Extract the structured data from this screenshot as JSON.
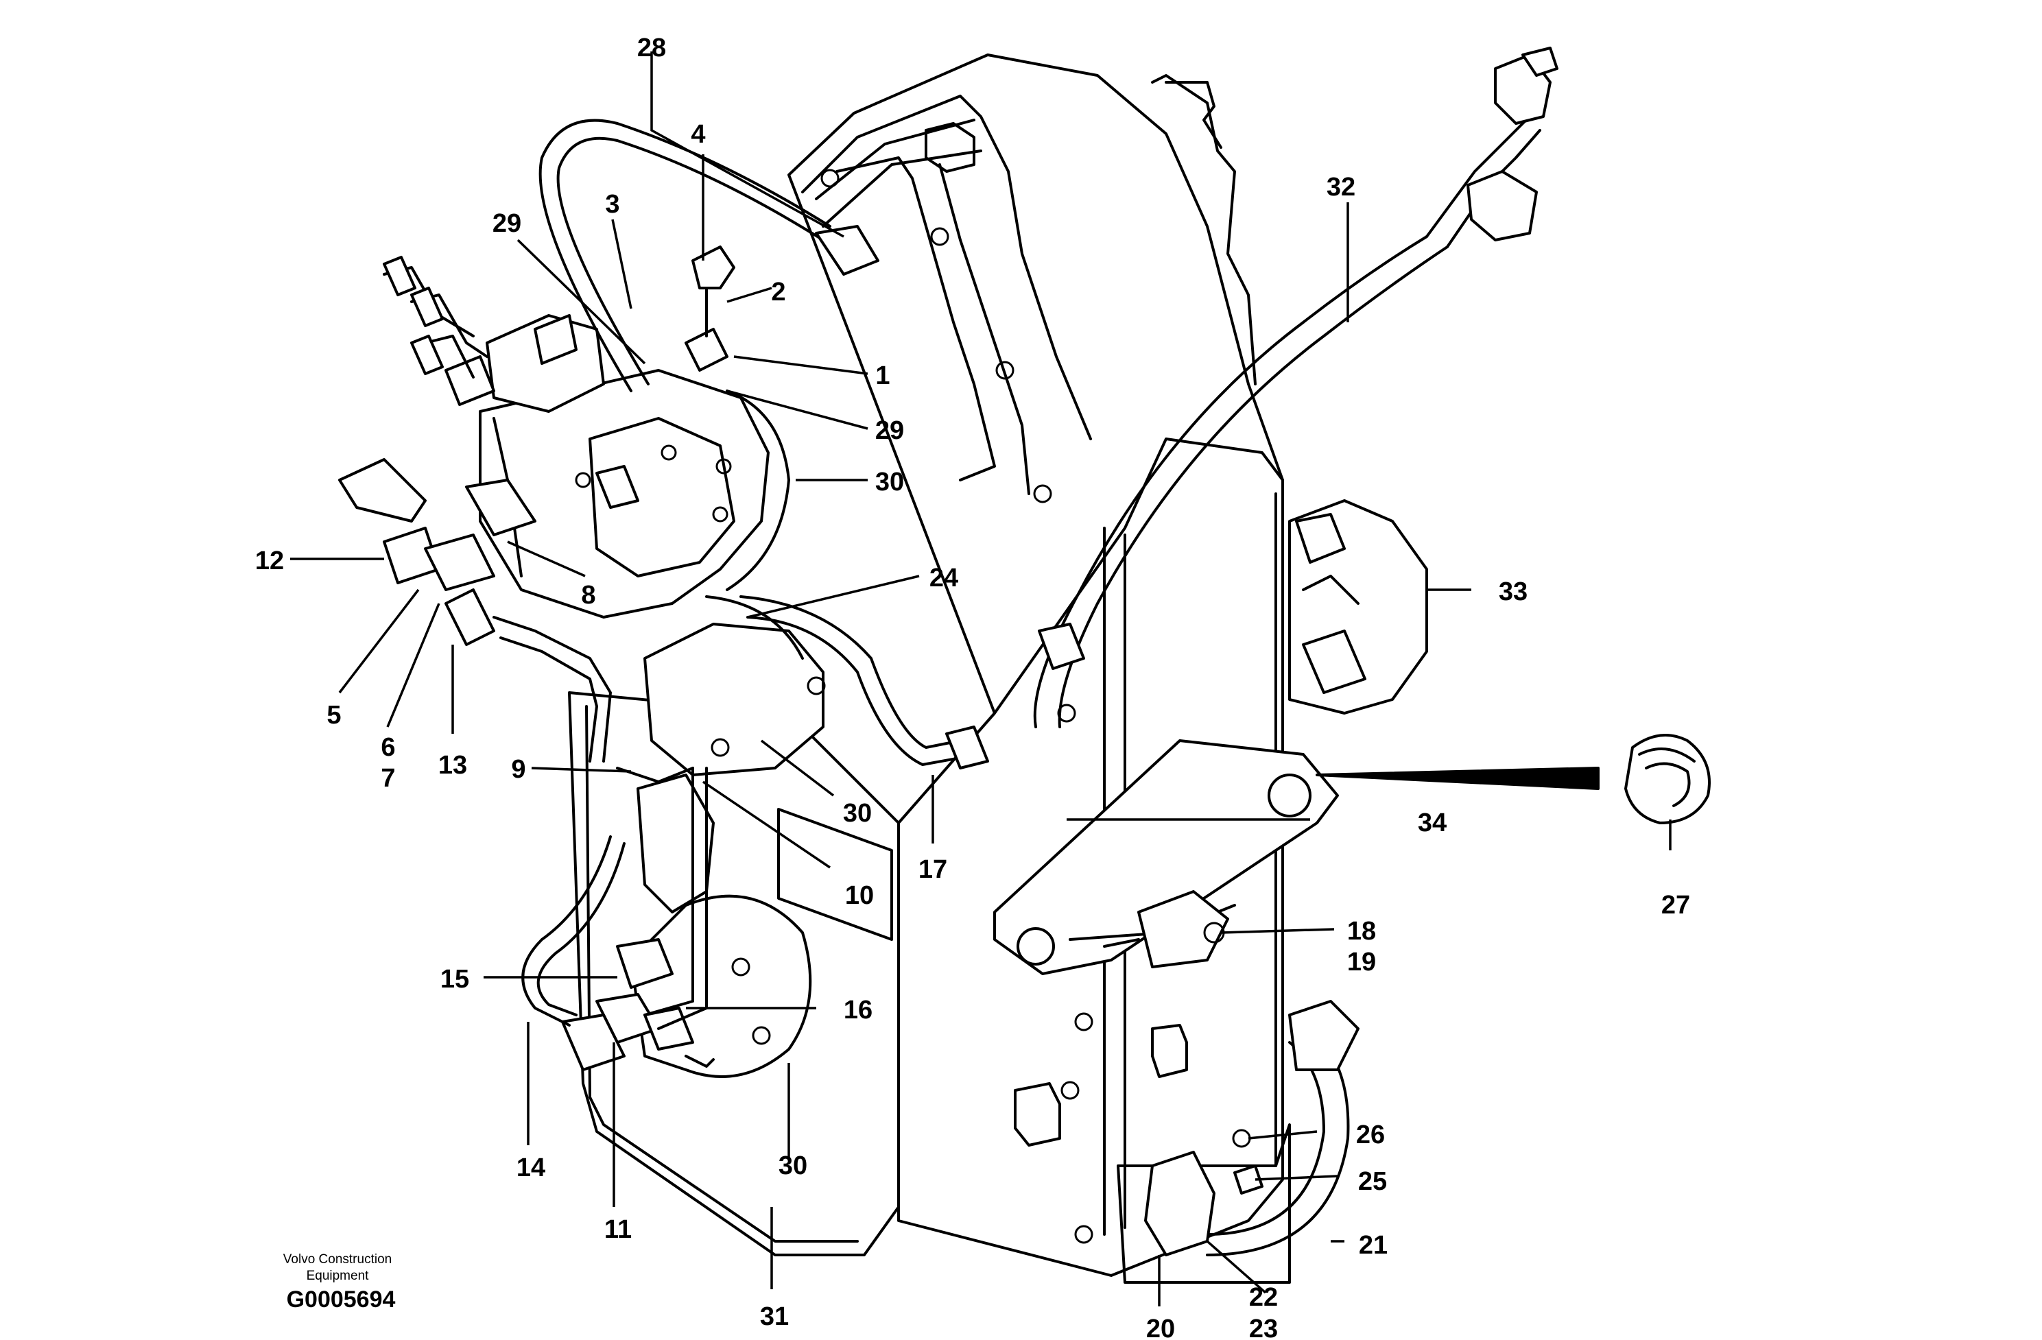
{
  "callouts": {
    "c1": "1",
    "c2": "2",
    "c3": "3",
    "c4": "4",
    "c5": "5",
    "c6": "6",
    "c7": "7",
    "c8": "8",
    "c9": "9",
    "c10": "10",
    "c11": "11",
    "c12": "12",
    "c13": "13",
    "c14": "14",
    "c15": "15",
    "c16": "16",
    "c17": "17",
    "c18": "18",
    "c19": "19",
    "c20": "20",
    "c21": "21",
    "c22": "22",
    "c23": "23",
    "c24": "24",
    "c25": "25",
    "c26": "26",
    "c27": "27",
    "c28": "28",
    "c29a": "29",
    "c29b": "29",
    "c30a": "30",
    "c30b": "30",
    "c30c": "30",
    "c31": "31",
    "c32": "32",
    "c33": "33",
    "c34": "34"
  },
  "footer": {
    "credit_line1": "Volvo Construction",
    "credit_line2": "Equipment",
    "drawing_code": "G0005694"
  },
  "colors": {
    "ink": "#000000",
    "paper": "#ffffff"
  }
}
